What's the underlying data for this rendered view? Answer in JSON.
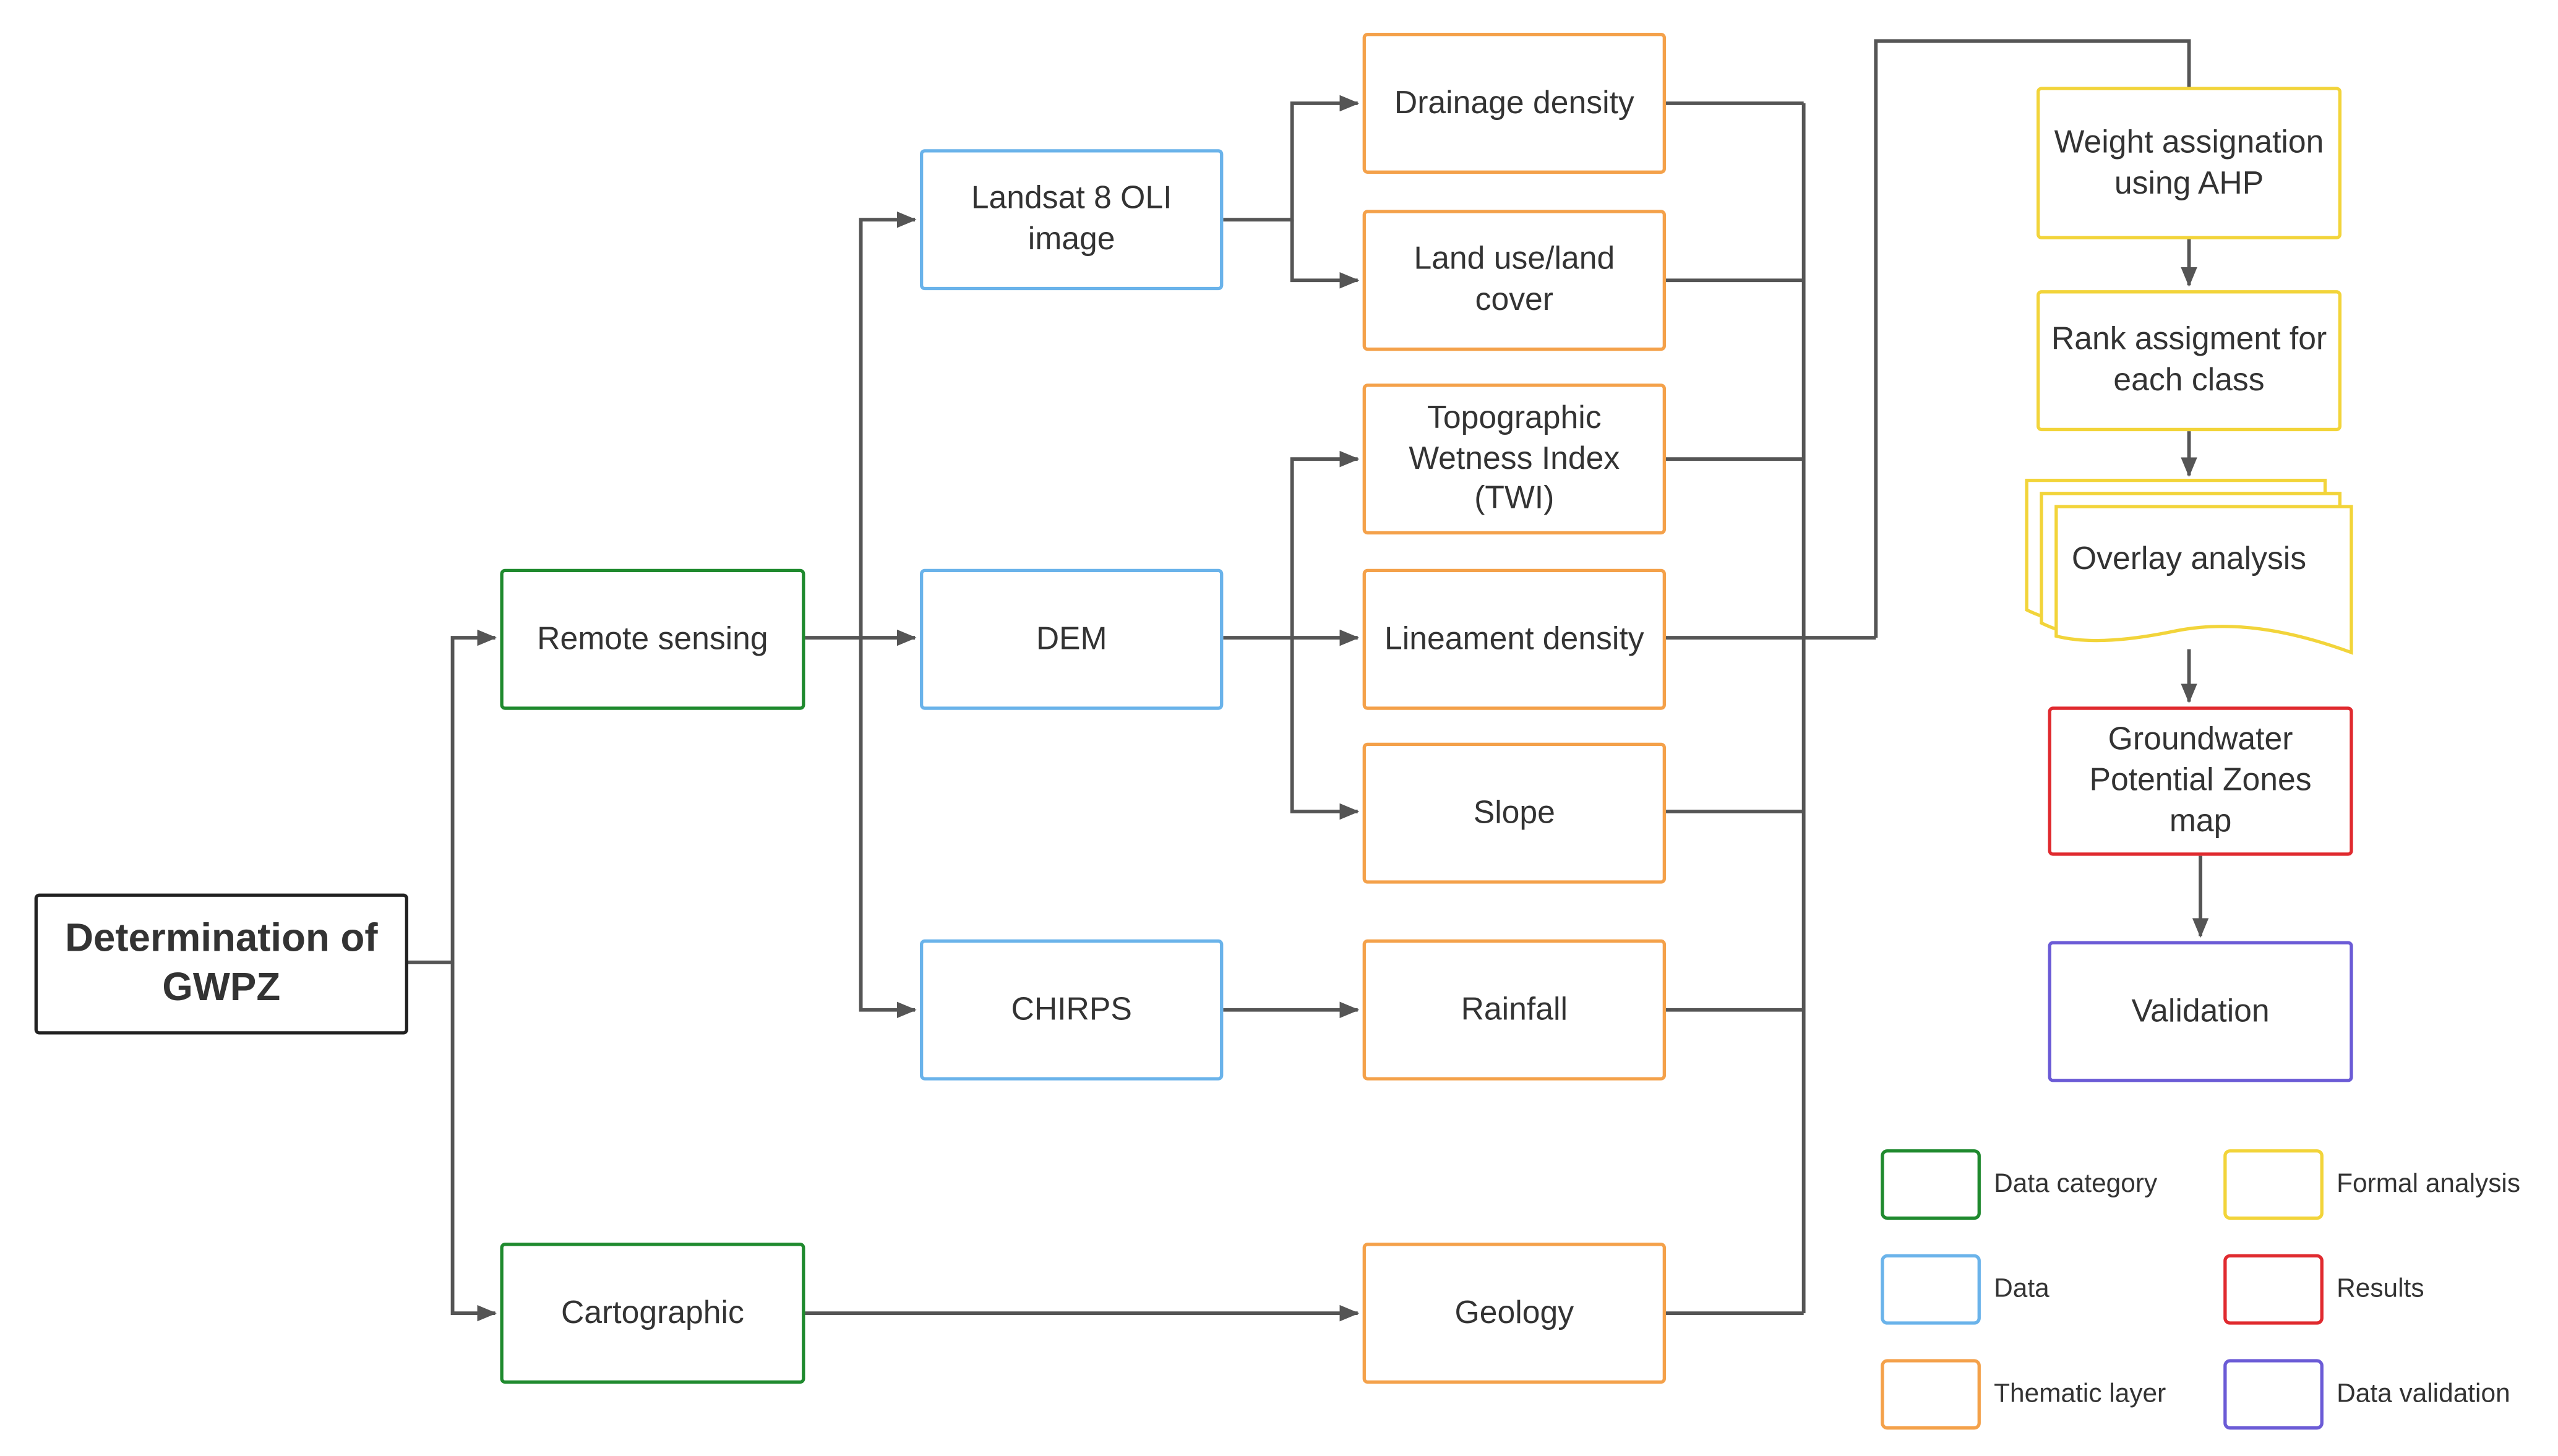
{
  "colors": {
    "category": "#1f8a2e",
    "data": "#6ab3ea",
    "thematic": "#f4a14a",
    "formal": "#f2d43a",
    "results": "#e02a2f",
    "validation": "#6b5bd6",
    "root": "#222222",
    "connector": "#555555"
  },
  "nodes": {
    "root": {
      "text": "Determination of GWPZ",
      "kind": "root"
    },
    "remote_sensing": {
      "text": "Remote sensing",
      "kind": "category"
    },
    "cartographic": {
      "text": "Cartographic",
      "kind": "category"
    },
    "landsat": {
      "text": "Landsat 8 OLI image",
      "kind": "data"
    },
    "dem": {
      "text": "DEM",
      "kind": "data"
    },
    "chirps": {
      "text": "CHIRPS",
      "kind": "data"
    },
    "drainage": {
      "text": "Drainage density",
      "kind": "thematic"
    },
    "landuse": {
      "text": "Land use/land cover",
      "kind": "thematic"
    },
    "twi": {
      "text": "Topographic Wetness Index (TWI)",
      "kind": "thematic"
    },
    "lineament": {
      "text": "Lineament density",
      "kind": "thematic"
    },
    "slope": {
      "text": "Slope",
      "kind": "thematic"
    },
    "rainfall": {
      "text": "Rainfall",
      "kind": "thematic"
    },
    "geology": {
      "text": "Geology",
      "kind": "thematic"
    },
    "weight": {
      "text": "Weight assignation using AHP",
      "kind": "formal"
    },
    "rank": {
      "text": "Rank assigment for each class",
      "kind": "formal"
    },
    "overlay": {
      "text": "Overlay analysis",
      "kind": "formal"
    },
    "gwpz_map": {
      "text": "Groundwater Potential Zones map",
      "kind": "results"
    },
    "validation": {
      "text": "Validation",
      "kind": "validation"
    }
  },
  "legend": [
    {
      "label": "Data category",
      "kind": "category"
    },
    {
      "label": "Formal analysis",
      "kind": "formal"
    },
    {
      "label": "Data",
      "kind": "data"
    },
    {
      "label": "Results",
      "kind": "results"
    },
    {
      "label": "Thematic layer",
      "kind": "thematic"
    },
    {
      "label": "Data validation",
      "kind": "validation"
    }
  ]
}
